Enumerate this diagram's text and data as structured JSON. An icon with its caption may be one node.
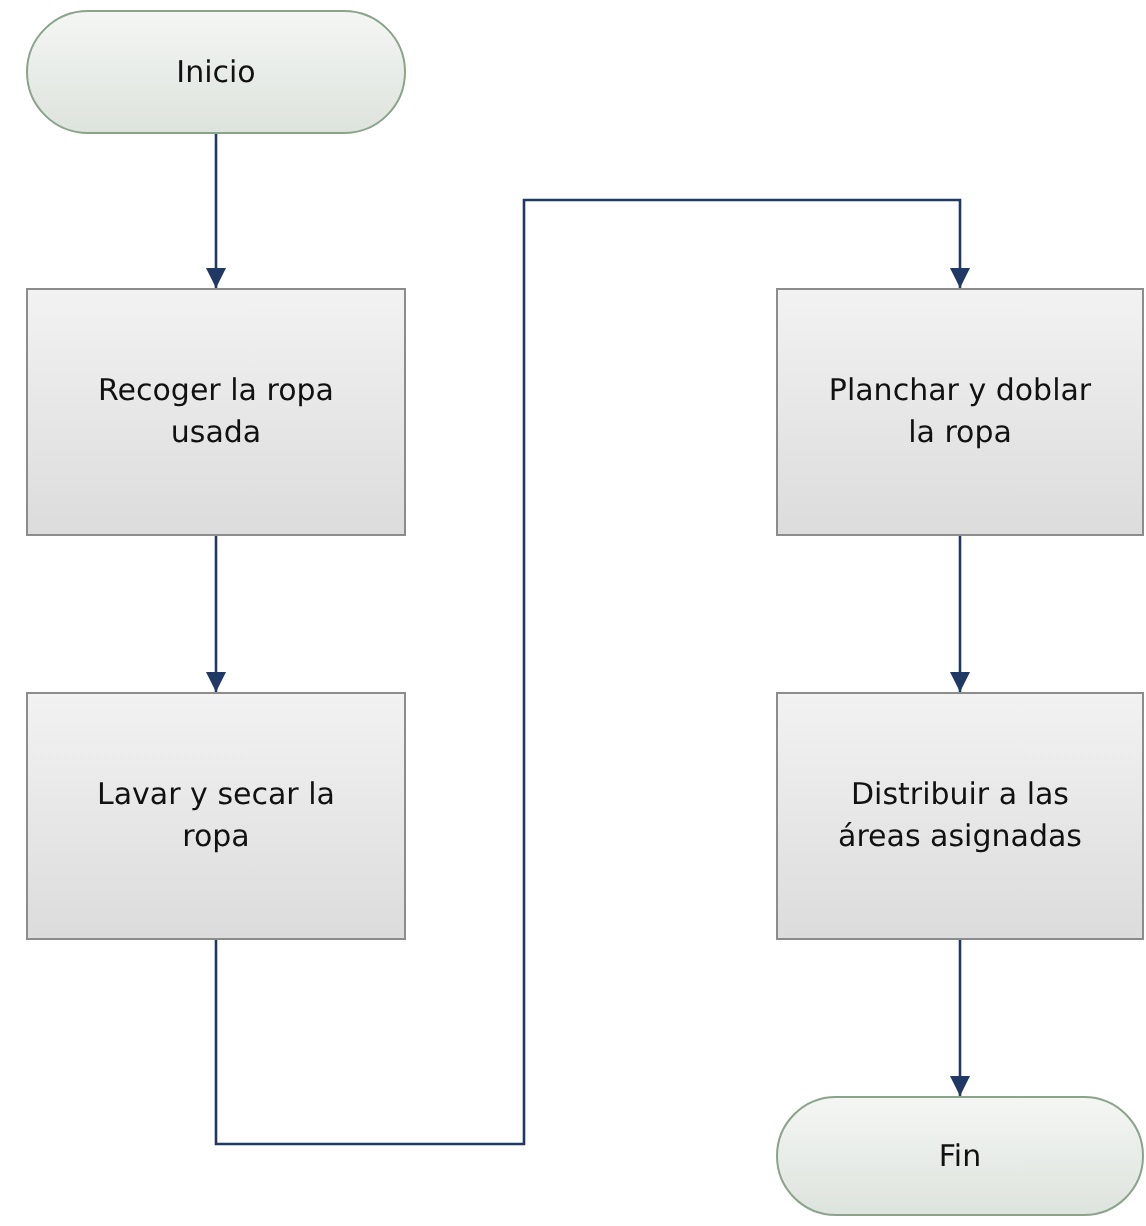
{
  "diagram": {
    "nodes": [
      {
        "text": [
          "Inicio"
        ]
      },
      {
        "text": [
          "Recoger la ropa usada"
        ]
      },
      {
        "text": [
          "Lavar y secar la ropa"
        ]
      },
      {
        "text": [
          "Planchar y doblar la ropa"
        ]
      },
      {
        "text": [
          "Distribuir a las áreas asignadas"
        ]
      },
      {
        "text": [
          "Fin"
        ]
      }
    ],
    "edges": [
      {
        "from": 0,
        "to": 1,
        "arrow": "to"
      },
      {
        "from": 1,
        "to": 2,
        "arrow": "to"
      },
      {
        "from": 2,
        "to": 3,
        "arrow": "to"
      },
      {
        "from": 3,
        "to": 4,
        "arrow": "to"
      },
      {
        "from": 4,
        "to": 5,
        "arrow": "to"
      }
    ]
  }
}
